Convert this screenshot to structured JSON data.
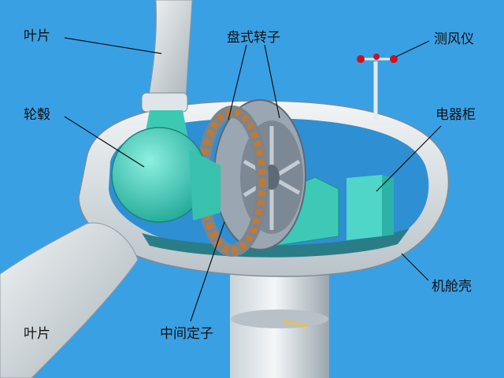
{
  "labels": {
    "blade_top": "叶片",
    "hub": "轮毂",
    "disc_rotor": "盘式转子",
    "anemometer": "测风仪",
    "electrical_cabinet": "电器柜",
    "nacelle_shell": "机舱壳",
    "middle_stator": "中间定子",
    "blade_bottom": "叶片"
  },
  "colors": {
    "background": "#3aa0e4",
    "nacelle": "#e3e9ec",
    "hub": "#45d7c2",
    "rotor_disc": "#9aa6b2",
    "stator_coils": "#c07a36",
    "cabinet": "#4fd6c9",
    "anemometer_cups": "#d0101a"
  }
}
